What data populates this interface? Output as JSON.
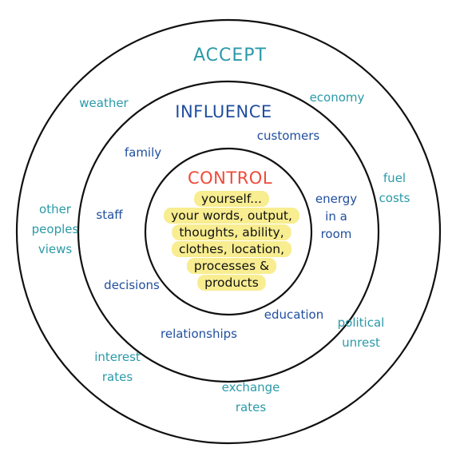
{
  "colors": {
    "accept": "#2a9aa8",
    "influence": "#1f4e9e",
    "control_heading": "#f04a3a",
    "control_text": "#111111",
    "highlight": "#f8ec8a",
    "rings": "#111111"
  },
  "accept": {
    "heading": "ACCEPT",
    "items": [
      {
        "id": "weather",
        "lines": [
          "weather"
        ]
      },
      {
        "id": "economy",
        "lines": [
          "economy"
        ]
      },
      {
        "id": "fuel-costs",
        "lines": [
          "fuel",
          "costs"
        ]
      },
      {
        "id": "other-peoples-views",
        "lines": [
          "other",
          "peoples",
          "views"
        ]
      },
      {
        "id": "political-unrest",
        "lines": [
          "political",
          "unrest"
        ]
      },
      {
        "id": "interest-rates",
        "lines": [
          "interest",
          "rates"
        ]
      },
      {
        "id": "exchange-rates",
        "lines": [
          "exchange",
          "rates"
        ]
      }
    ]
  },
  "influence": {
    "heading": "INFLUENCE",
    "items": [
      {
        "id": "customers",
        "lines": [
          "customers"
        ]
      },
      {
        "id": "family",
        "lines": [
          "family"
        ]
      },
      {
        "id": "staff",
        "lines": [
          "staff"
        ]
      },
      {
        "id": "energy-in-a-room",
        "lines": [
          "energy",
          "in a",
          "room"
        ]
      },
      {
        "id": "decisions",
        "lines": [
          "decisions"
        ]
      },
      {
        "id": "education",
        "lines": [
          "education"
        ]
      },
      {
        "id": "relationships",
        "lines": [
          "relationships"
        ]
      }
    ]
  },
  "control": {
    "heading": "CONTROL",
    "lines": [
      "yourself...",
      "your words, output,",
      "thoughts, ability,",
      "clothes, location,",
      "processes &",
      "products"
    ]
  }
}
